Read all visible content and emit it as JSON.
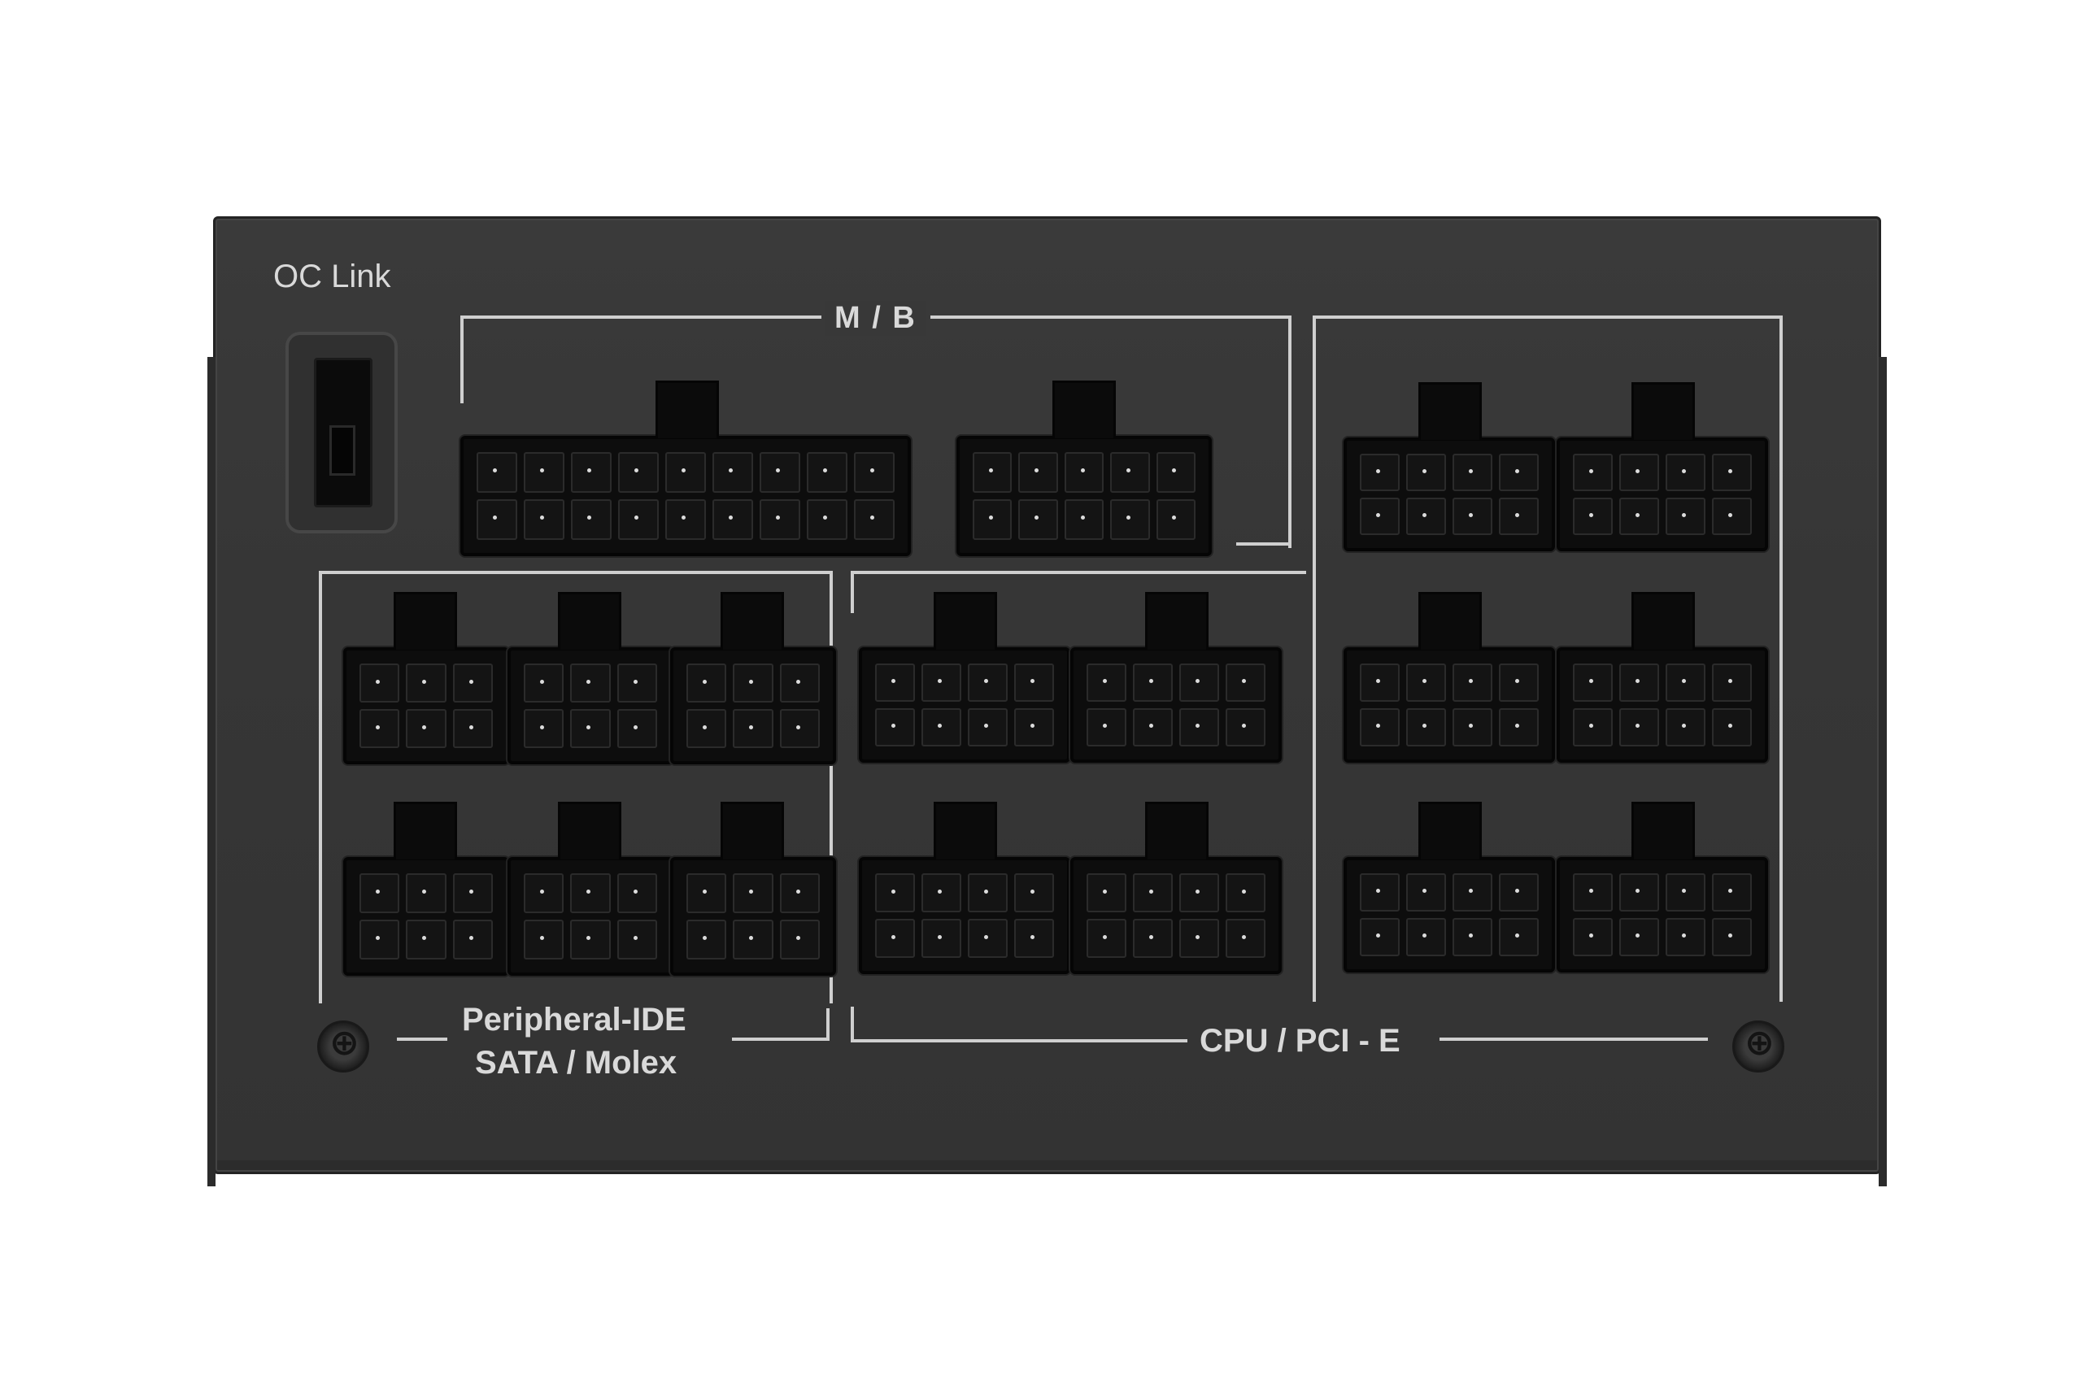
{
  "labels": {
    "oc_link": "OC Link",
    "mb": "M / B",
    "peripheral_line1": "Peripheral-IDE",
    "peripheral_line2": "SATA / Molex",
    "cpu_pcie": "CPU / PCI - E"
  },
  "colors": {
    "chassis": "#363636",
    "bracket_lines": "#cfcfcf",
    "connector": "#0d0d0d",
    "label_text": "#d9d9d9"
  },
  "icons": {
    "screw": "phillips-screw-icon"
  }
}
